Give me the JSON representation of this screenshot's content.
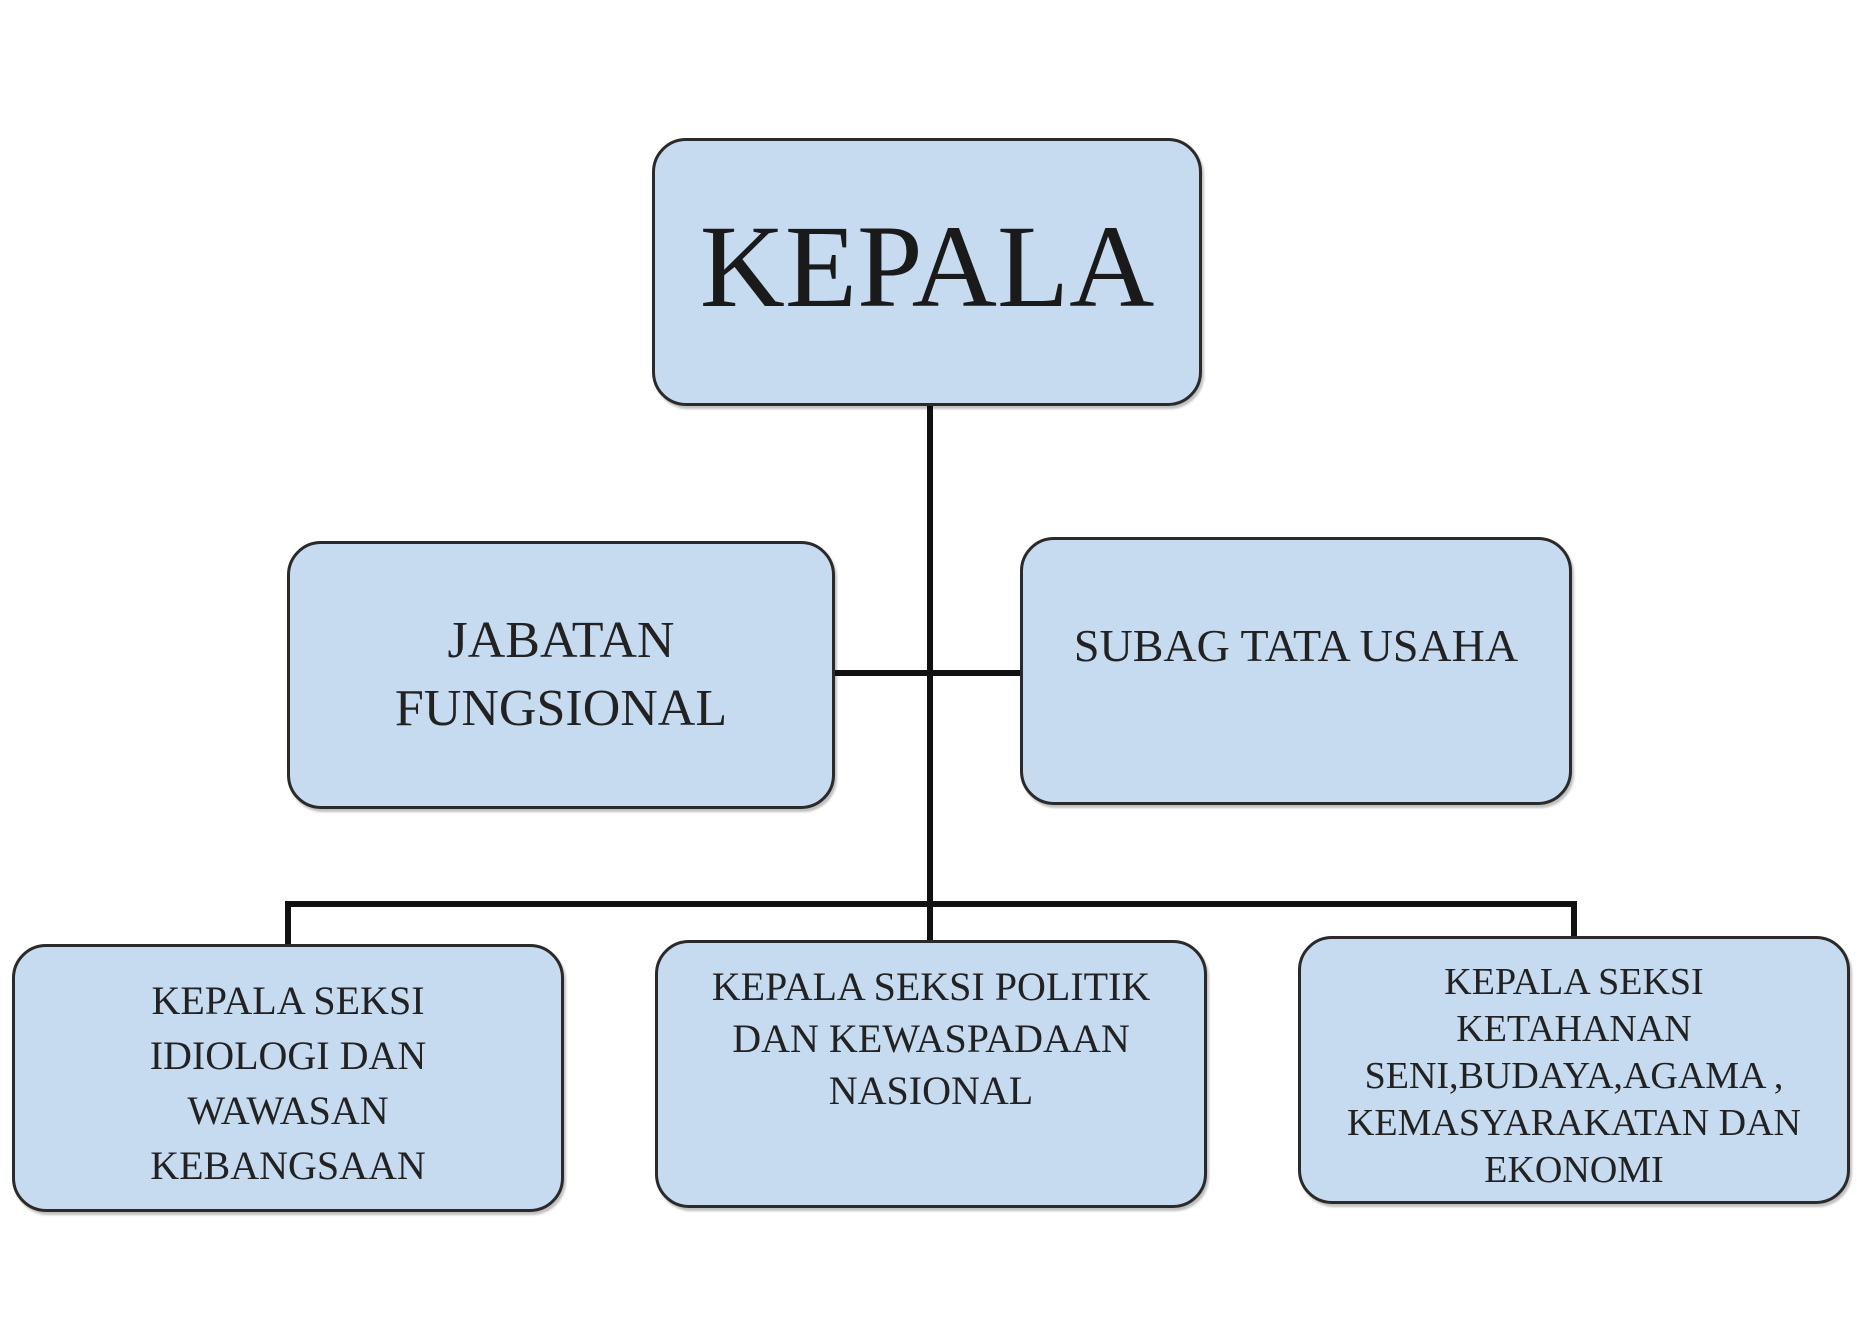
{
  "diagram": {
    "root": {
      "lines": [
        "KEPALA"
      ]
    },
    "staff": [
      {
        "id": "jabatan",
        "lines": [
          "JABATAN",
          "FUNGSIONAL"
        ]
      },
      {
        "id": "subag",
        "lines": [
          "SUBAG TATA  USAHA"
        ]
      }
    ],
    "sections": [
      {
        "id": "idiologi",
        "lines": [
          "KEPALA SEKSI",
          "IDIOLOGI DAN",
          "WAWASAN",
          "KEBANGSAAN"
        ]
      },
      {
        "id": "politik",
        "lines": [
          "KEPALA SEKSI POLITIK",
          "DAN KEWASPADAAN",
          "NASIONAL"
        ]
      },
      {
        "id": "ketahanan",
        "lines": [
          "KEPALA SEKSI",
          "KETAHANAN",
          "SENI,BUDAYA,AGAMA ,",
          "KEMASYARAKATAN DAN",
          "EKONOMI"
        ]
      }
    ],
    "colors": {
      "box_fill": "#c6daf0",
      "box_border": "#2a2a2a",
      "connector": "#111111"
    }
  }
}
